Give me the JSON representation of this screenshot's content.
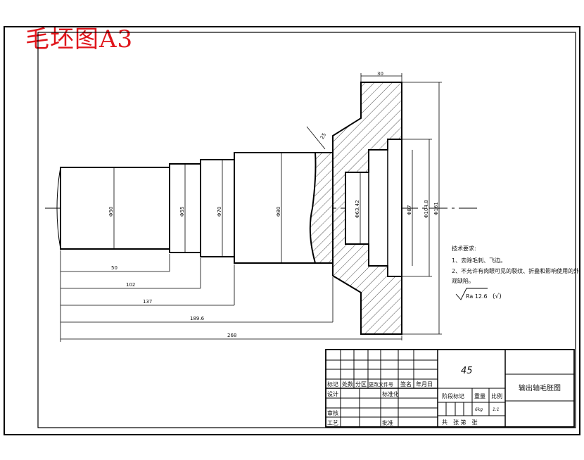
{
  "title": "毛坯图A3",
  "dimensions": {
    "top_width": "30",
    "chamfer": "25",
    "d1": "Φ50",
    "d2": "Φ55",
    "d3": "Φ70",
    "d4": "Φ80",
    "d5": "Φ63.42",
    "d6": "Φ87",
    "d7": "Φ104.8",
    "d8": "Φ161",
    "len1": "50",
    "len2": "102",
    "len3": "137",
    "len4": "189.6",
    "len5": "268"
  },
  "tech": {
    "heading": "技术要求:",
    "req1": "1、去除毛刺、飞边。",
    "req2a": "2、不允许有肉眼可见的裂纹、折叠和影响使用的外",
    "req2b": "观缺陷。",
    "roughness": "Ra 12.6",
    "roughness_note": "(√)"
  },
  "title_block": {
    "material": "45",
    "part_name": "输出轴毛胚图",
    "labels": {
      "mark": "标记",
      "count": "处数",
      "zone": "分区",
      "doc": "更改文件号",
      "sign": "签名",
      "date": "年月日",
      "design": "设计",
      "std": "标准化",
      "stage": "阶段标记",
      "weight": "重量",
      "scale": "比例",
      "check": "审核",
      "process": "工艺",
      "approve": "批准",
      "sheets": "共　张 第　张"
    },
    "weight_val": "6kg",
    "scale_val": "1:1"
  }
}
